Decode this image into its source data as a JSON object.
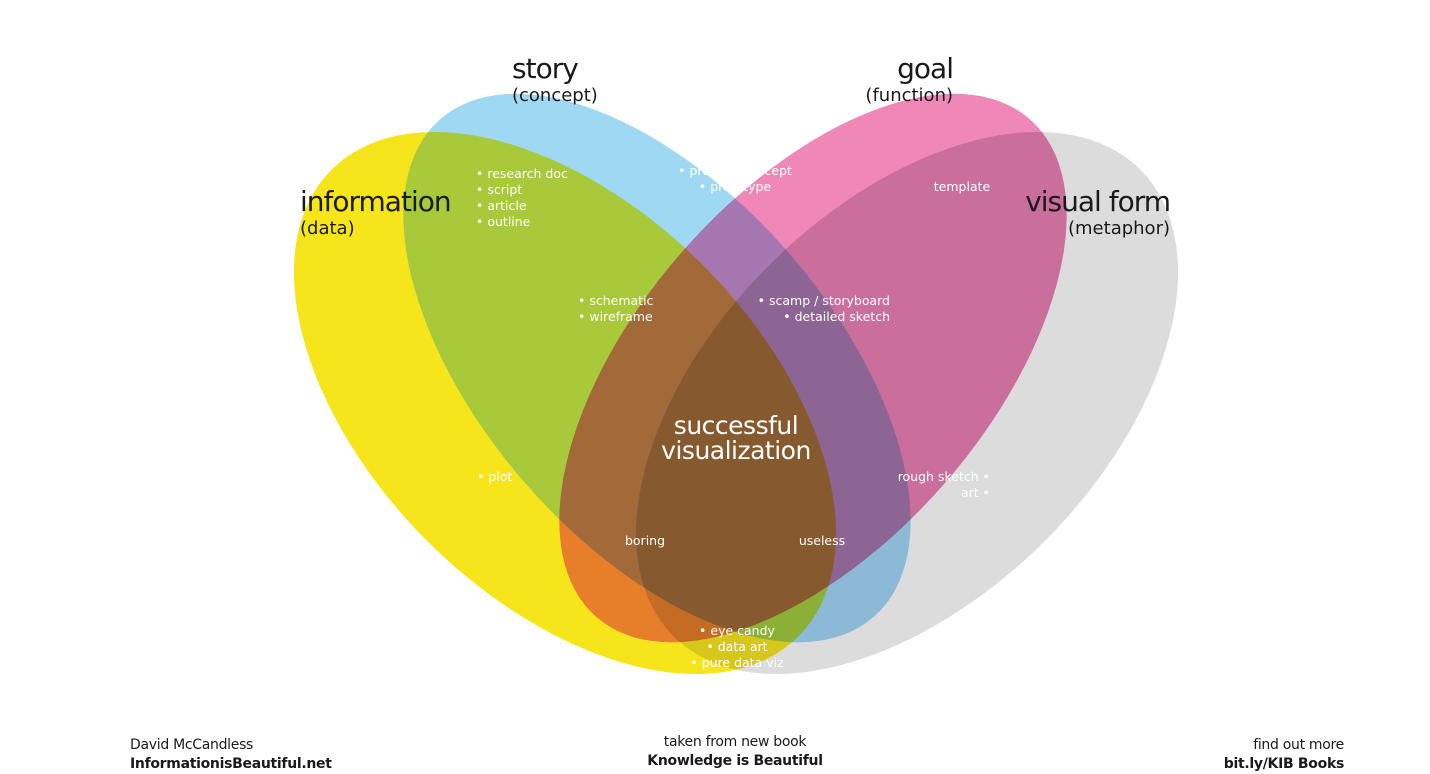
{
  "sets": {
    "information": {
      "title": "information",
      "subtitle": "(data)",
      "color": "#f6e51b"
    },
    "story": {
      "title": "story",
      "subtitle": "(concept)",
      "color": "#9fd8f3"
    },
    "goal": {
      "title": "goal",
      "subtitle": "(function)",
      "color": "#ef88b7"
    },
    "visual_form": {
      "title": "visual form",
      "subtitle": "(metaphor)",
      "color": "#dcdcdc"
    }
  },
  "regions": {
    "info_story": [
      "• research doc",
      "• script",
      "• article",
      "• outline"
    ],
    "story_goal": [
      "• proof of concept",
      "• prototype"
    ],
    "goal_visual": [
      "template"
    ],
    "info_story_goal": [
      "• schematic",
      "• wireframe"
    ],
    "story_goal_visual": [
      "• scamp / storyboard",
      "• detailed sketch"
    ],
    "info_goal": [
      "• plot"
    ],
    "story_visual": [
      "rough sketch •",
      "art •"
    ],
    "info_goal_visual_no_story": [
      "boring"
    ],
    "info_story_visual_no_goal": [
      "useless"
    ],
    "info_visual": [
      "• eye candy",
      "• data art",
      "• pure data viz"
    ],
    "center": [
      "successful",
      "visualization"
    ]
  },
  "footer": {
    "left_line1": "David McCandless",
    "left_line2": "InformationisBeautiful.net",
    "center_line1": "taken from new book",
    "center_line2": "Knowledge is Beautiful",
    "right_line1": "find out more",
    "right_line2": "bit.ly/KIB  Books"
  }
}
